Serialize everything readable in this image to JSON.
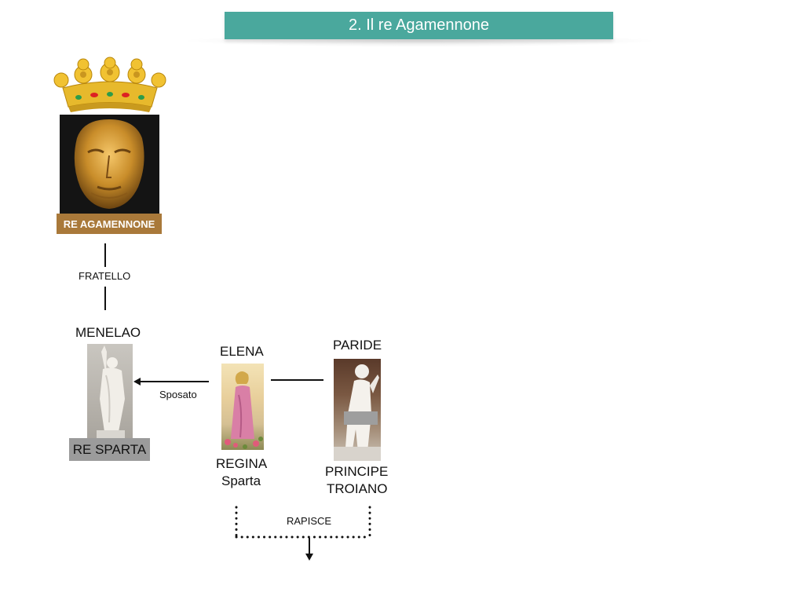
{
  "title": "2. Il re Agamennone",
  "people": {
    "agamennone": {
      "badge": "RE AGAMENNONE"
    },
    "menelao": {
      "name": "MENELAO",
      "badge": "RE SPARTA"
    },
    "elena": {
      "name": "ELENA",
      "role_line1": "REGINA",
      "role_line2": "Sparta"
    },
    "paride": {
      "name": "PARIDE",
      "role_line1": "PRINCIPE",
      "role_line2": "TROIANO"
    }
  },
  "relations": {
    "fratello": "FRATELLO",
    "sposato": "Sposato",
    "rapisce": "RAPISCE"
  },
  "colors": {
    "title_bg": "#4aa89d",
    "badge_gold": "#a9793a",
    "badge_gray": "#9b9b9b"
  },
  "icons": [
    "crown-icon",
    "gold-mask-image",
    "statue-menelao-image",
    "painting-elena-image",
    "statue-paride-image"
  ]
}
